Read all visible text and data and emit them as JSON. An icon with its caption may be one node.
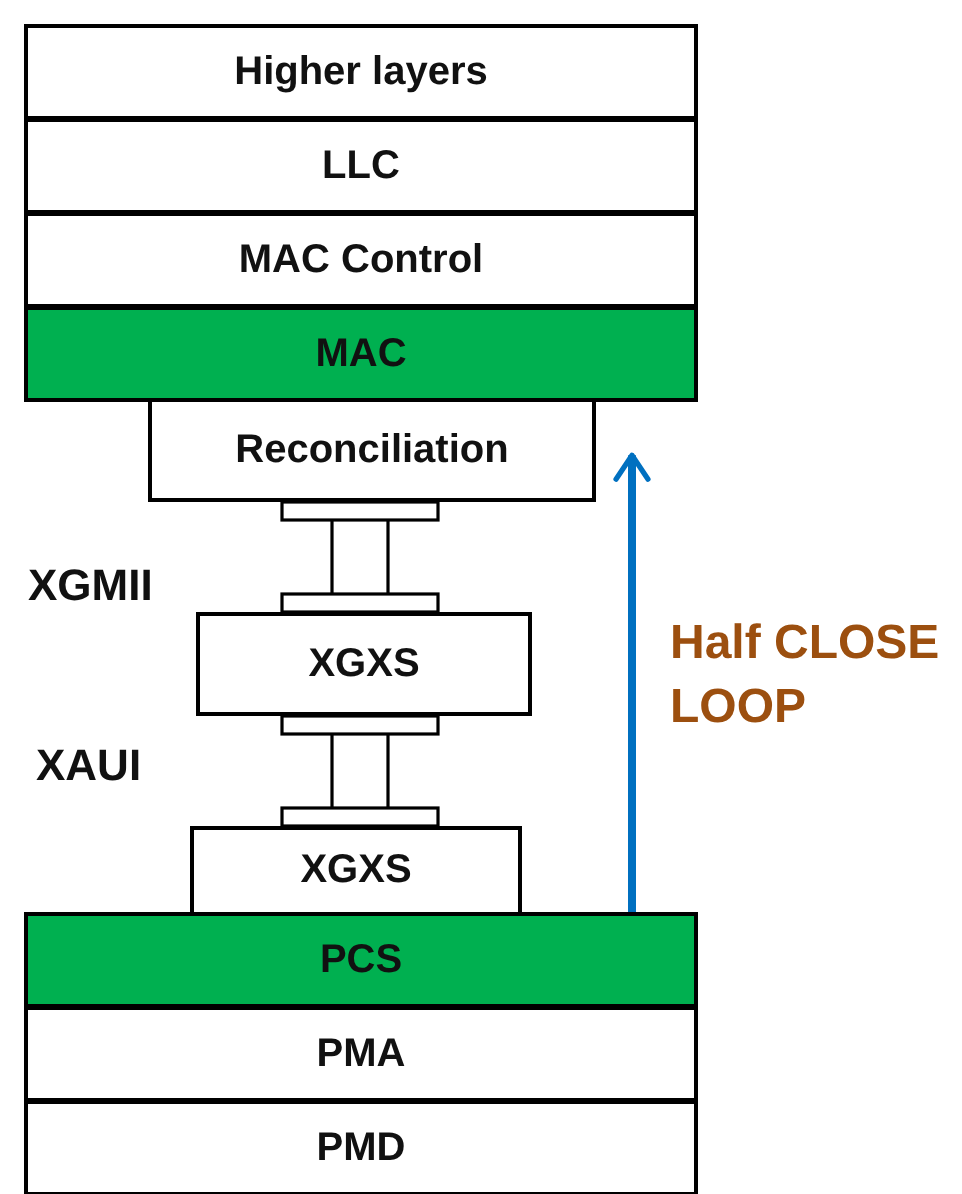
{
  "diagram": {
    "nodes": [
      {
        "text": [
          "Higher layers"
        ]
      },
      {
        "text": [
          "LLC"
        ]
      },
      {
        "text": [
          "MAC Control"
        ]
      },
      {
        "text": [
          "MAC"
        ]
      },
      {
        "text": [
          "Reconciliation"
        ]
      },
      {
        "text": [
          "XGXS"
        ]
      },
      {
        "text": [
          "XGXS"
        ]
      },
      {
        "text": [
          "PCS"
        ]
      },
      {
        "text": [
          "PMA"
        ]
      },
      {
        "text": [
          "PMD"
        ]
      }
    ],
    "edges": [
      {
        "from": 4,
        "to": 5,
        "arrow": "none"
      },
      {
        "from": 5,
        "to": 6,
        "arrow": "none"
      },
      {
        "from": 7,
        "to": 4,
        "arrow": "to",
        "label": "Half CLOSE LOOP",
        "style": "thick",
        "color": "#0070c0"
      }
    ],
    "labels": [
      "XGMII",
      "XAUI"
    ]
  }
}
